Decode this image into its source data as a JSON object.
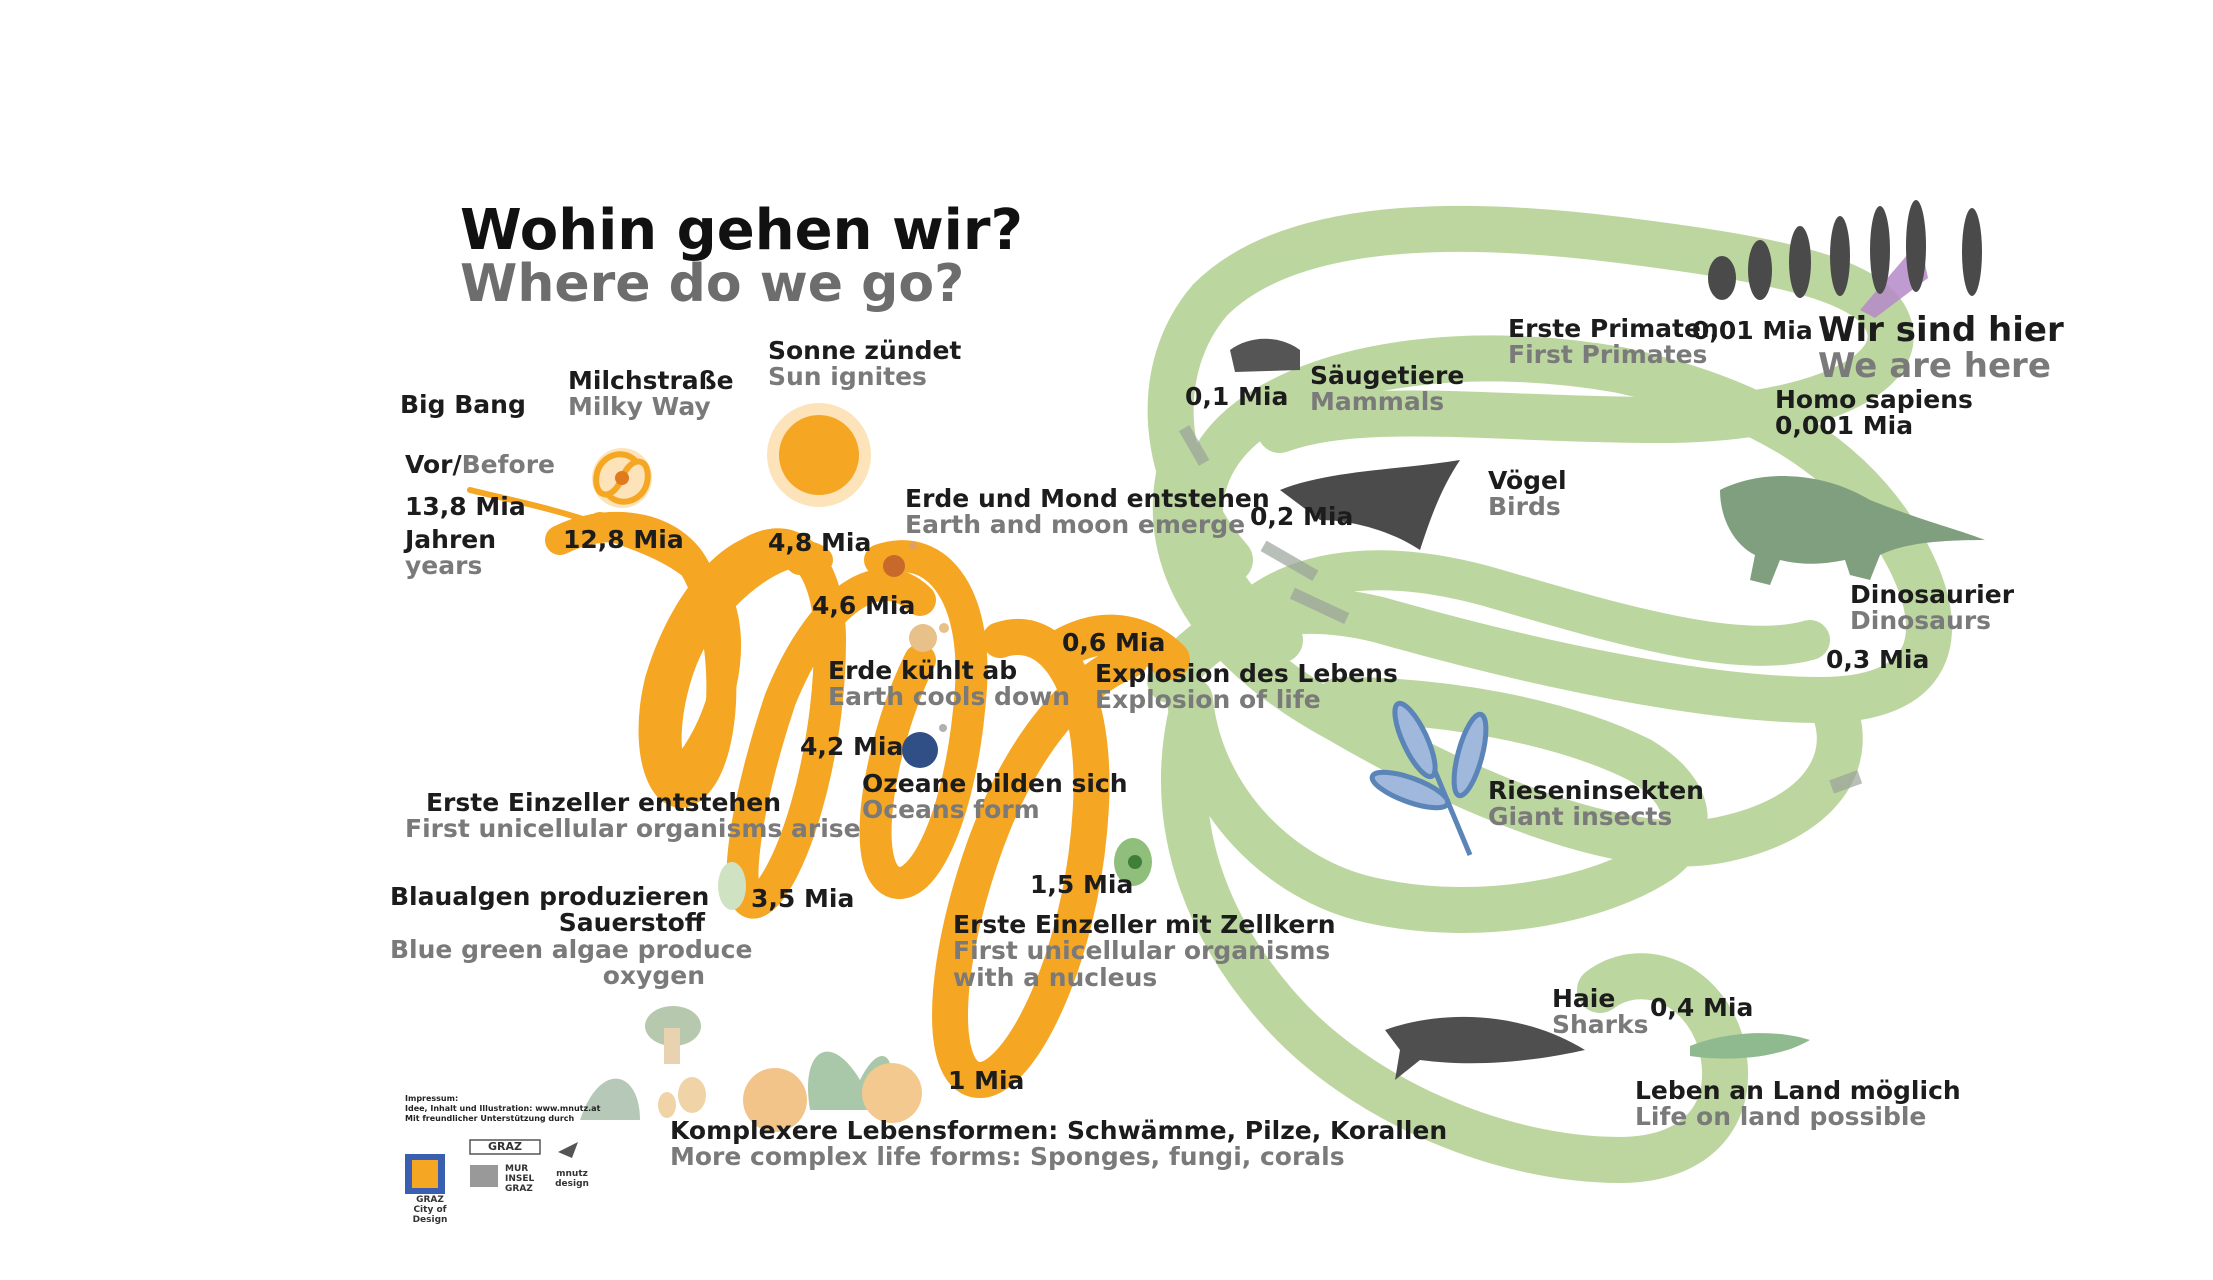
{
  "title": {
    "de": "Wohin gehen wir?",
    "en": "Where do we go?"
  },
  "before": {
    "vor": "Vor/",
    "before": "Before",
    "years_de": "Jahren",
    "years_en": "years"
  },
  "events": {
    "big_bang": {
      "de": "Big Bang",
      "mia": "13,8 Mia"
    },
    "milky_way": {
      "de": "Milchstraße",
      "en": "Milky Way",
      "mia": "12,8 Mia"
    },
    "sun": {
      "de": "Sonne zündet",
      "en": "Sun ignites",
      "mia": "4,8 Mia"
    },
    "earth_moon": {
      "de": "Erde und Mond entstehen",
      "en": "Earth and moon emerge",
      "mia": "4,6 Mia"
    },
    "earth_cools": {
      "de": "Erde kühlt ab",
      "en": "Earth cools down",
      "mia": "4,2 Mia"
    },
    "oceans": {
      "de": "Ozeane bilden sich",
      "en": "Oceans form"
    },
    "unicellular": {
      "de": "Erste Einzeller entstehen",
      "en": "First unicellular organisms arise",
      "mia": "3,5 Mia"
    },
    "algae": {
      "de1": "Blaualgen produzieren",
      "de2": "Sauerstoff",
      "en1": "Blue green algae produce",
      "en2": "oxygen"
    },
    "nucleus": {
      "de": "Erste Einzeller mit Zellkern",
      "en1": "First unicellular organisms",
      "en2": "with a nucleus",
      "mia": "1,5 Mia"
    },
    "complex": {
      "de": "Komplexere Lebensformen: Schwämme, Pilze, Korallen",
      "en": "More complex life forms: Sponges, fungi, corals",
      "mia": "1 Mia"
    },
    "explosion": {
      "de": "Explosion des Lebens",
      "en": "Explosion of life",
      "mia": "0,6 Mia"
    },
    "land": {
      "de": "Leben an Land möglich",
      "en": "Life on land possible",
      "mia": "0,4 Mia"
    },
    "sharks": {
      "de": "Haie",
      "en": "Sharks"
    },
    "insects": {
      "de": "Rieseninsekten",
      "en": "Giant insects"
    },
    "dinosaurs": {
      "de": "Dinosaurier",
      "en": "Dinosaurs",
      "mia": "0,3 Mia"
    },
    "birds": {
      "de": "Vögel",
      "en": "Birds",
      "mia": "0,2 Mia"
    },
    "mammals": {
      "de": "Säugetiere",
      "en": "Mammals",
      "mia": "0,1 Mia"
    },
    "primates": {
      "de": "Erste Primaten",
      "en": "First Primates",
      "mia": "0,01 Mia"
    },
    "homo": {
      "de": "Homo sapiens",
      "mia": "0,001 Mia"
    },
    "here": {
      "de": "Wir sind hier",
      "en": "We are here"
    }
  },
  "impressum": {
    "line1": "Impressum:",
    "line2": "Idee, Inhalt und Illustration: www.mnutz.at",
    "line3": "Mit freundlicher Unterstützung durch"
  },
  "logos": {
    "graz_design": "GRAZ City of Design",
    "graz": "GRAZ",
    "mur1": "MUR",
    "mur2": "INSEL",
    "mur3": "GRAZ",
    "mnutz1": "mnutz",
    "mnutz2": "design"
  },
  "colors": {
    "orange": "#f5a623",
    "green": "#b9d49a",
    "grey": "#7a7a7a",
    "dark": "#1c1c1c",
    "purple": "#b58ac9"
  }
}
